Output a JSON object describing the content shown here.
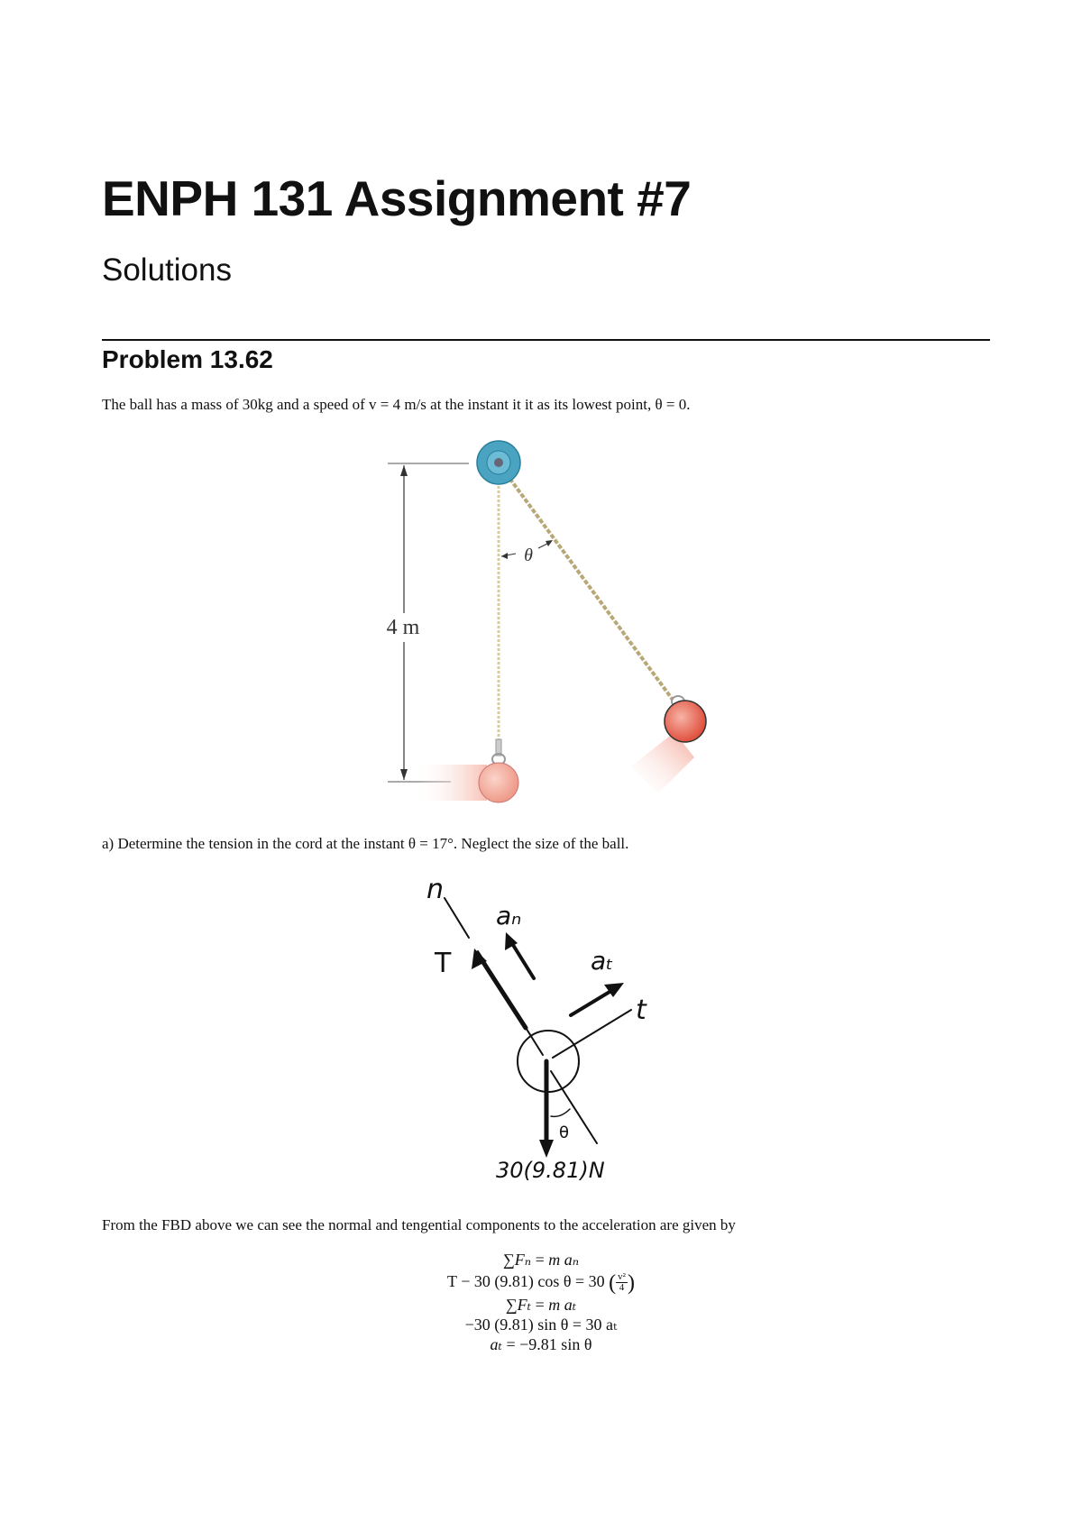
{
  "document": {
    "title": "ENPH 131 Assignment #7",
    "subtitle": "Solutions",
    "problem_heading": "Problem 13.62",
    "intro_text": "The ball has a mass of 30kg and a speed of v = 4 m/s at the instant it it as its lowest point, θ = 0.",
    "question_a": "a) Determine the tension in the cord at the instant θ = 17°.  Neglect the size of the ball.",
    "fbd_text": "From the FBD above we can see the normal and tengential components to the acceleration are given by"
  },
  "figure_pendulum": {
    "height_label": "4 m",
    "angle_label": "θ",
    "colors": {
      "pivot": "#4aa3c0",
      "ball": "#e8604f",
      "ball_low": "#f2a090",
      "cord": "#c8b888"
    }
  },
  "figure_fbd": {
    "labels": {
      "n_axis": "n",
      "a_n": "aₙ",
      "tension": "T",
      "a_t": "aₜ",
      "t_axis": "t",
      "angle": "θ",
      "weight": "30(9.81)N"
    }
  },
  "equations": [
    {
      "lhs": "∑Fₙ",
      "rhs": "m aₙ"
    },
    {
      "lhs": "T − 30 (9.81) cos θ",
      "rhs_coef": "30",
      "frac_num": "v²",
      "frac_den": "4"
    },
    {
      "lhs": "∑Fₜ",
      "rhs": "m aₜ"
    },
    {
      "lhs": "−30 (9.81) sin θ",
      "rhs": "30 aₜ"
    },
    {
      "lhs": "aₜ",
      "rhs": "−9.81 sin θ"
    }
  ]
}
